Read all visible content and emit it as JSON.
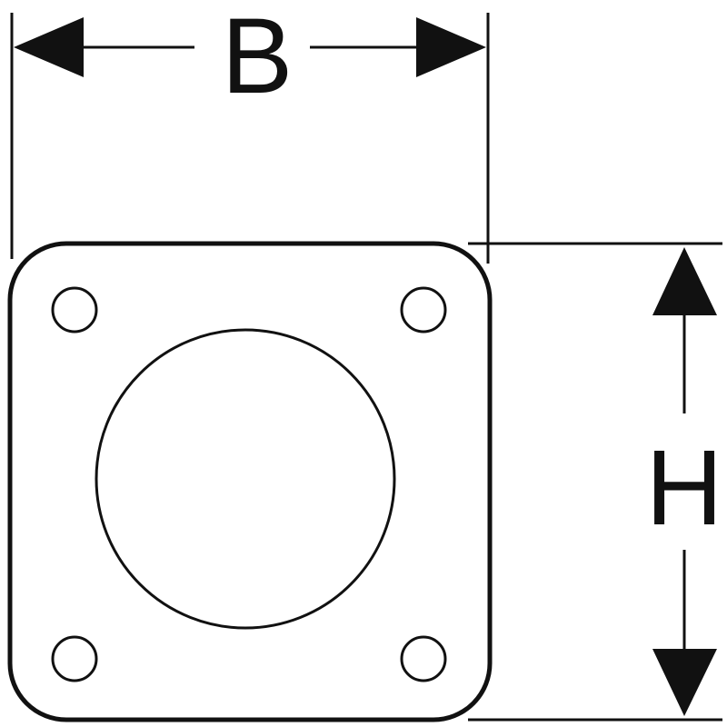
{
  "dimensions": {
    "width_label": "B",
    "height_label": "H"
  },
  "colors": {
    "line": "#111111",
    "background": "#ffffff"
  },
  "parts": {
    "plate": "flange-plate",
    "center_hole": "center-opening",
    "bolt_holes_count": 4
  }
}
